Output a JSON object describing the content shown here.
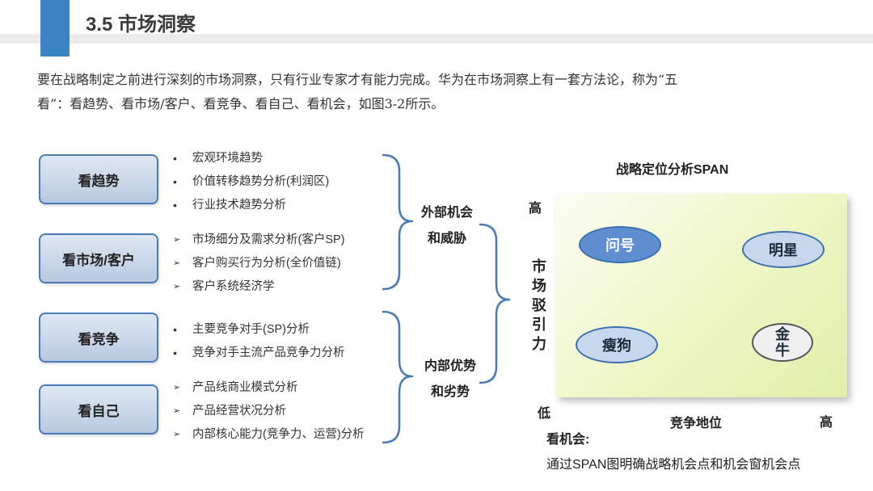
{
  "header": {
    "title": "3.5 市场洞察"
  },
  "intro": {
    "line1": "要在战略制定之前进行深刻的市场洞察，只有行业专家才有能力完成。华为在市场洞察上有一套方法论，称为“五",
    "line2": "看”：看趋势、看市场/客户、看竞争、看自己、看机会，如图3-2所示。"
  },
  "dimensions": [
    {
      "label": "看趋势",
      "marker": "•",
      "items": [
        "宏观环境趋势",
        "价值转移趋势分析(利润区)",
        "行业技术趋势分析"
      ]
    },
    {
      "label": "看市场/客户",
      "marker": "➢",
      "items": [
        "市场细分及需求分析(客户SP)",
        "客户购买行为分析(全价值链)",
        "客户系统经济学"
      ]
    },
    {
      "label": "看竞争",
      "marker": "•",
      "items": [
        "主要竞争对手(SP)分析",
        "竞争对手主流产品竞争力分析"
      ]
    },
    {
      "label": "看自己",
      "marker": "➢",
      "items": [
        "产品线商业模式分析",
        "产品经营状况分析",
        "内部核心能力(竞争力、运营)分析"
      ]
    }
  ],
  "groups": {
    "external": {
      "line1": "外部机会",
      "line2": "和威胁"
    },
    "internal": {
      "line1": "内部优势",
      "line2": "和劣势"
    }
  },
  "span": {
    "title": "战略定位分析SPAN",
    "y_high": "高",
    "y_label": [
      "市",
      "场",
      "驳",
      "引",
      "力"
    ],
    "x_low": "低",
    "x_label": "竞争地位",
    "x_high": "高",
    "quadrants": {
      "question": "问号",
      "star": "明星",
      "dog": "瘦狗",
      "cow_line1": "金",
      "cow_line2": "牛"
    }
  },
  "opportunity": {
    "heading": "看机会:",
    "text": "通过SPAN图明确战略机会点和机会窗机会点"
  }
}
